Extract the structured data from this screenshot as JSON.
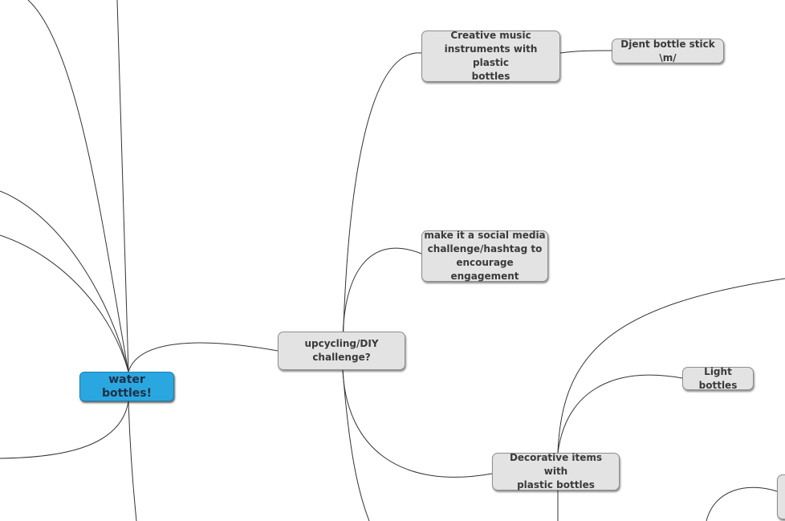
{
  "mindmap": {
    "root": {
      "label": "water bottles!"
    },
    "nodes": {
      "upcycle": {
        "lines": [
          "upcycling/DIY",
          "challenge?"
        ]
      },
      "music": {
        "lines": [
          "Creative music",
          "instruments with plastic",
          "bottles"
        ]
      },
      "djent": {
        "lines": [
          "Djent bottle stick \\m/"
        ]
      },
      "social": {
        "lines": [
          "make it a social media",
          "challenge/hashtag to",
          "encourage engagement"
        ]
      },
      "light": {
        "lines": [
          "Light bottles"
        ]
      },
      "decor": {
        "lines": [
          "Decorative items with",
          "plastic bottles"
        ]
      }
    }
  },
  "colors": {
    "root_fill": "#2aa7e0",
    "node_fill": "#e3e3e3",
    "edge": "#333333"
  }
}
